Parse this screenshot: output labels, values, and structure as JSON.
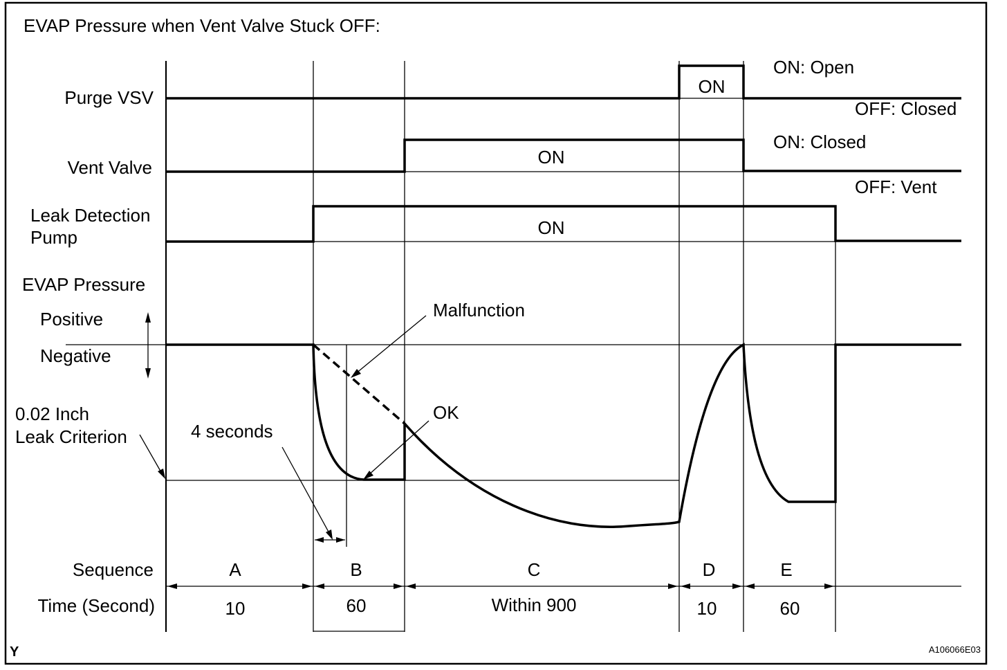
{
  "title": "EVAP Pressure when Vent Valve Stuck OFF:",
  "signals": {
    "purge_vsv": "Purge VSV",
    "vent_valve": "Vent Valve",
    "leak_pump_line1": "Leak Detection",
    "leak_pump_line2": "Pump",
    "evap_pressure": "EVAP Pressure"
  },
  "states": {
    "purge_on": "ON: Open",
    "purge_off": "OFF: Closed",
    "vent_on": "ON: Closed",
    "vent_off": "OFF: Vent",
    "on": "ON"
  },
  "pressure_axis": {
    "positive": "Positive",
    "negative": "Negative"
  },
  "criterion": {
    "line1": "0.02 Inch",
    "line2": "Leak Criterion"
  },
  "annotations": {
    "four_seconds": "4 seconds",
    "malfunction": "Malfunction",
    "ok": "OK"
  },
  "sequence_label": "Sequence",
  "time_label": "Time (Second)",
  "sequences": [
    "A",
    "B",
    "C",
    "D",
    "E"
  ],
  "times": [
    "10",
    "60",
    "Within 900",
    "10",
    "60"
  ],
  "corner_mark": "Y",
  "figure_id": "A106066E03"
}
